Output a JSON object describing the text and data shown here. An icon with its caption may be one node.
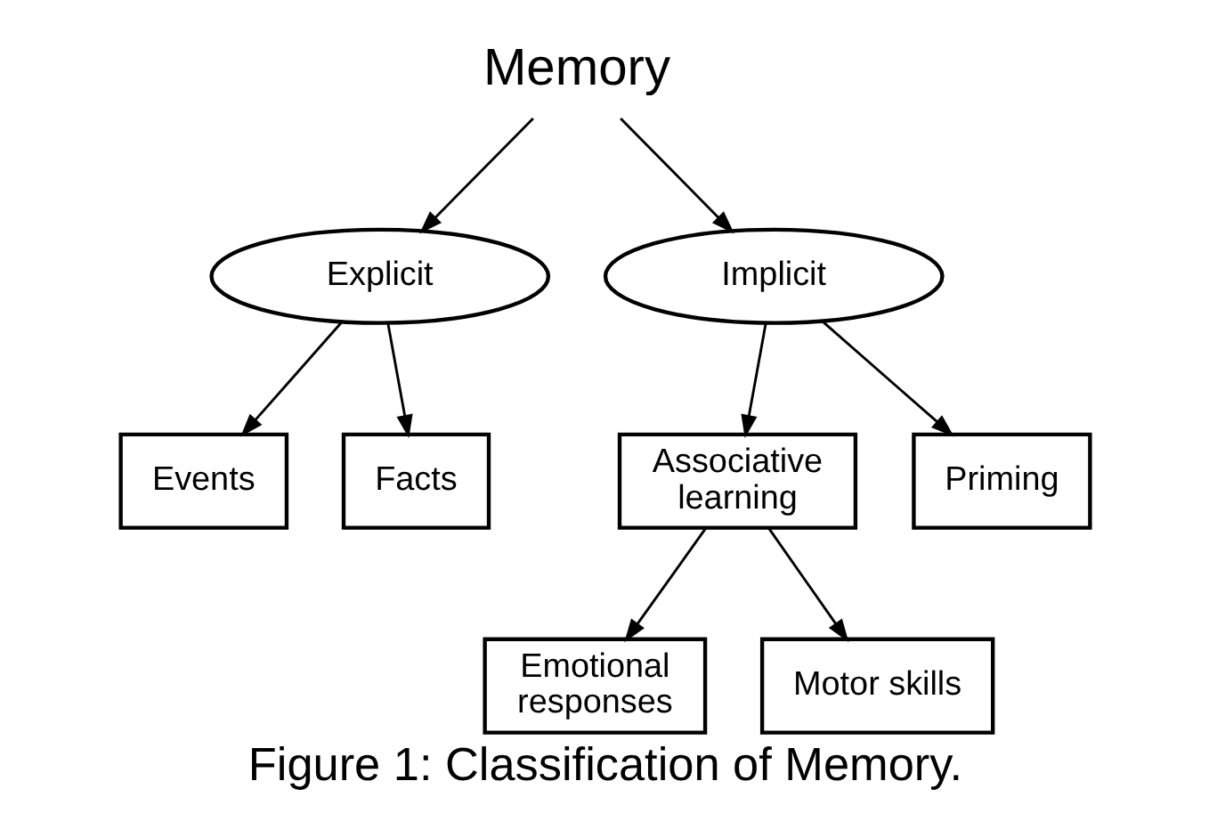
{
  "diagram": {
    "caption": "Figure 1: Classification of Memory.",
    "nodes": [
      {
        "text": [
          "Memory"
        ]
      },
      {
        "text": [
          "Explicit"
        ]
      },
      {
        "text": [
          "Implicit"
        ]
      },
      {
        "text": [
          "Events"
        ]
      },
      {
        "text": [
          "Facts"
        ]
      },
      {
        "text": [
          "Associative learning"
        ]
      },
      {
        "text": [
          "Priming"
        ]
      },
      {
        "text": [
          "Emotional responses"
        ]
      },
      {
        "text": [
          "Motor skills"
        ]
      }
    ],
    "edges": [
      {
        "from": 0,
        "to": 1,
        "arrow": "to"
      },
      {
        "from": 0,
        "to": 2,
        "arrow": "to"
      },
      {
        "from": 1,
        "to": 3,
        "arrow": "to"
      },
      {
        "from": 1,
        "to": 4,
        "arrow": "to"
      },
      {
        "from": 2,
        "to": 5,
        "arrow": "to"
      },
      {
        "from": 2,
        "to": 6,
        "arrow": "to"
      },
      {
        "from": 5,
        "to": 7,
        "arrow": "to"
      },
      {
        "from": 5,
        "to": 8,
        "arrow": "to"
      }
    ]
  }
}
